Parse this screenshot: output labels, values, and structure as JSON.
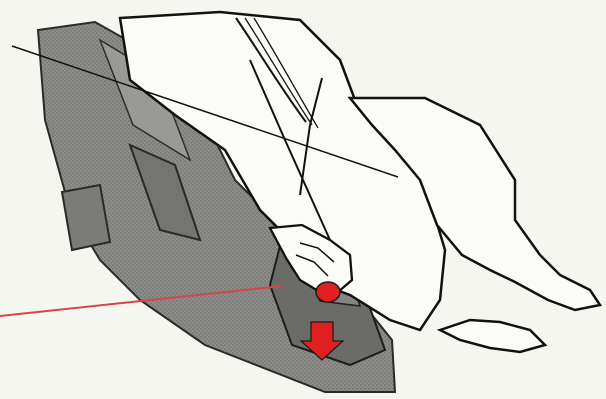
{
  "figure": {
    "colors": {
      "background": "#f6f6f1",
      "seat_base": "#8d8d8b",
      "seat_texture": "#6f6f6c",
      "outline": "#111111",
      "callout_line": "#d9434a",
      "indicator": "#e02020",
      "body": "#fbfbf8"
    },
    "elements": [
      "seat-frame",
      "seat-buckle",
      "child-body",
      "child-leg",
      "hand",
      "harness-straps",
      "pointer-line",
      "red-callout-line",
      "red-release-button",
      "red-down-arrow"
    ]
  }
}
